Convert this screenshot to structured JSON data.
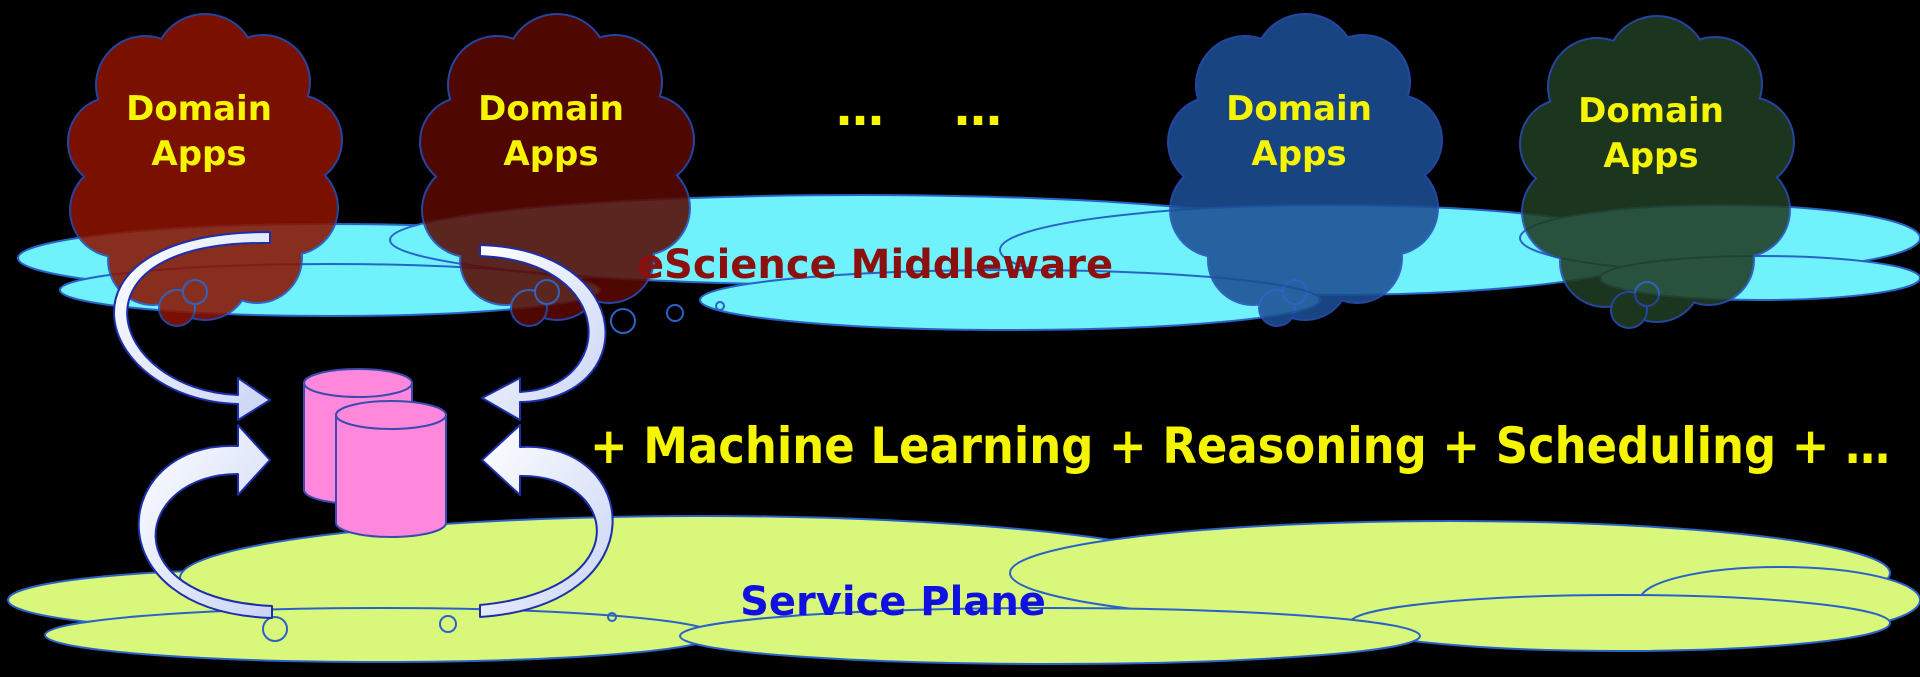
{
  "diagram": {
    "domain_clouds": [
      {
        "line1": "Domain",
        "line2": "Apps",
        "fill": "#8b1400"
      },
      {
        "line1": "Domain",
        "line2": "Apps",
        "fill": "#5a0a02"
      },
      {
        "line1": "Domain",
        "line2": "Apps",
        "fill": "#1c4e94"
      },
      {
        "line1": "Domain",
        "line2": "Apps",
        "fill": "#1f3d23"
      }
    ],
    "ellipsis_1": "…",
    "ellipsis_2": "…",
    "middleware_label": "eScience Middleware",
    "ml_line": "+ Machine Learning + Reasoning + Scheduling + …",
    "service_plane_label": "Service Plane",
    "colors": {
      "background": "#000000",
      "middleware_fill": "#6ff2fb",
      "service_fill": "#d9f77a",
      "cylinder_fill": "#ff88dc",
      "cylinder_stroke": "#3a4bb0",
      "domain_text": "#f5f500",
      "middleware_text": "#8b1010",
      "highlight_text": "#f5f500",
      "service_text": "#1010e0",
      "arrow_stroke": "#1c2ea8"
    }
  }
}
